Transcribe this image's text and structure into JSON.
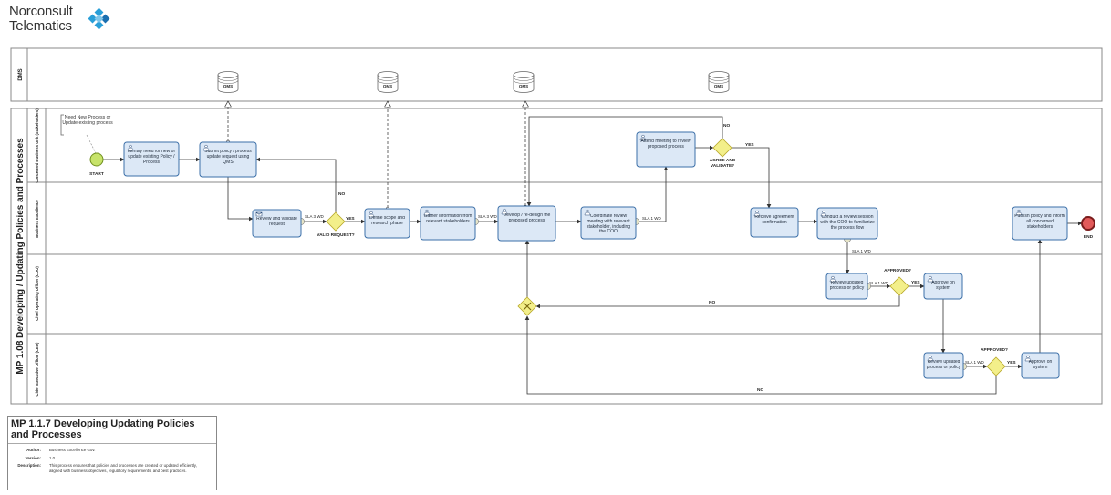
{
  "logo": {
    "text": "Norconsult\nTelematics",
    "icon": "diamond-cluster-icon",
    "colors": [
      "#2a9fd8",
      "#1a6fb0"
    ]
  },
  "pools": [
    {
      "label": "DMS"
    },
    {
      "label": "MP 1.08 Developing / Updating Policies and Processes"
    }
  ],
  "lanes": [
    {
      "label": "Concerned Business Unit (Stakeholders)"
    },
    {
      "label": "Business Excellence"
    },
    {
      "label": "Chief Operating Officer (COO)"
    },
    {
      "label": "Chief Executive Officer (CEO)"
    }
  ],
  "datastores": [
    {
      "label": "QMS"
    },
    {
      "label": "QMS"
    },
    {
      "label": "QMS"
    },
    {
      "label": "QMS"
    }
  ],
  "annotation": {
    "text": "Need New Process or Update existing process"
  },
  "events": {
    "start": {
      "label": "START"
    },
    "end": {
      "label": "END"
    }
  },
  "tasks": [
    {
      "label": "Identify need for new or update existing Policy / Process",
      "icon": "user-icon"
    },
    {
      "label": "Submit policy / process update request using QMS",
      "icon": "user-icon"
    },
    {
      "label": "Review and validate request",
      "icon": "envelope-icon"
    },
    {
      "label": "Define scope and research phase",
      "icon": "user-icon"
    },
    {
      "label": "Gather information from relevant stakeholders",
      "icon": "user-icon"
    },
    {
      "label": "Develop / re-design the proposed process",
      "icon": "user-icon"
    },
    {
      "label": "Coordinate review meeting with relevant stakeholder, including the COO",
      "icon": "user-icon"
    },
    {
      "label": "Attend meeting to review proposed process",
      "icon": "user-icon"
    },
    {
      "label": "Receive agreement confirmation",
      "icon": "user-icon"
    },
    {
      "label": "Conduct a review session with the COO to familiarize the process flow",
      "icon": "user-icon"
    },
    {
      "label": "Publish policy and inform all concerned stakeholders",
      "icon": "user-icon"
    },
    {
      "label": "Review updated process or policy",
      "icon": "user-icon"
    },
    {
      "label": "Approve on system",
      "icon": "user-icon"
    },
    {
      "label": "Review updated process or policy",
      "icon": "user-icon"
    },
    {
      "label": "Approve on system",
      "icon": "user-icon"
    }
  ],
  "gateways": [
    {
      "label": "VALID REQUEST?"
    },
    {
      "label": "AGREE AND VALIDATE?"
    },
    {
      "label": "APPROVED?"
    },
    {
      "label": "APPROVED?"
    },
    {
      "label": ""
    }
  ],
  "sla": [
    "SLA 3 WD",
    "SLA 3 WD",
    "SLA 1 WD",
    "SLA 1 WD",
    "SLA 1 WD",
    "SLA 1 WD"
  ],
  "flow_labels": {
    "yes": "YES",
    "no": "NO"
  },
  "info_box": {
    "title": "MP 1.1.7 Developing Updating Policies and Processes",
    "author_label": "Author:",
    "author": "Business Excellence Gov.",
    "version_label": "Version:",
    "version": "1.0",
    "description_label": "Description:",
    "description": "This process ensures that policies and processes are created or updated efficiently, aligned with business objectives, regulatory requirements, and best practices."
  },
  "colors": {
    "task_fill": "#dce8f6",
    "task_stroke": "#3b6fa8",
    "gateway_fill": "#f3ef8a",
    "gateway_stroke": "#b8a82a",
    "start_fill": "#c7e36a",
    "end_fill": "#e25a5a",
    "lane_stroke": "#888888",
    "line": "#333333"
  }
}
